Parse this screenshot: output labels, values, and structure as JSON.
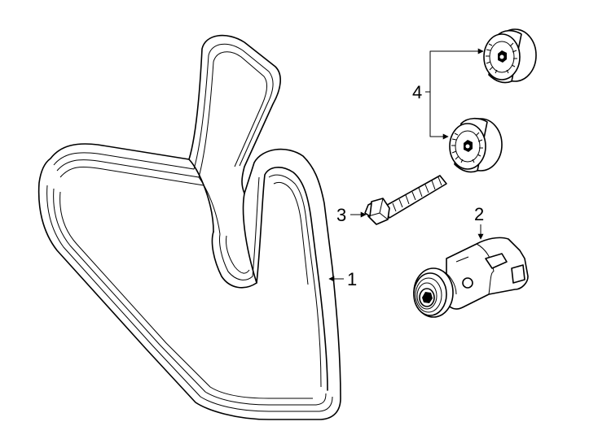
{
  "parts": [
    {
      "number": "1",
      "part": "serpentine-belt"
    },
    {
      "number": "2",
      "part": "belt-tensioner"
    },
    {
      "number": "3",
      "part": "tensioner-bolt"
    },
    {
      "number": "4",
      "part": "idler-pulley"
    }
  ],
  "colors": {
    "line": "#000000",
    "background": "#ffffff"
  }
}
